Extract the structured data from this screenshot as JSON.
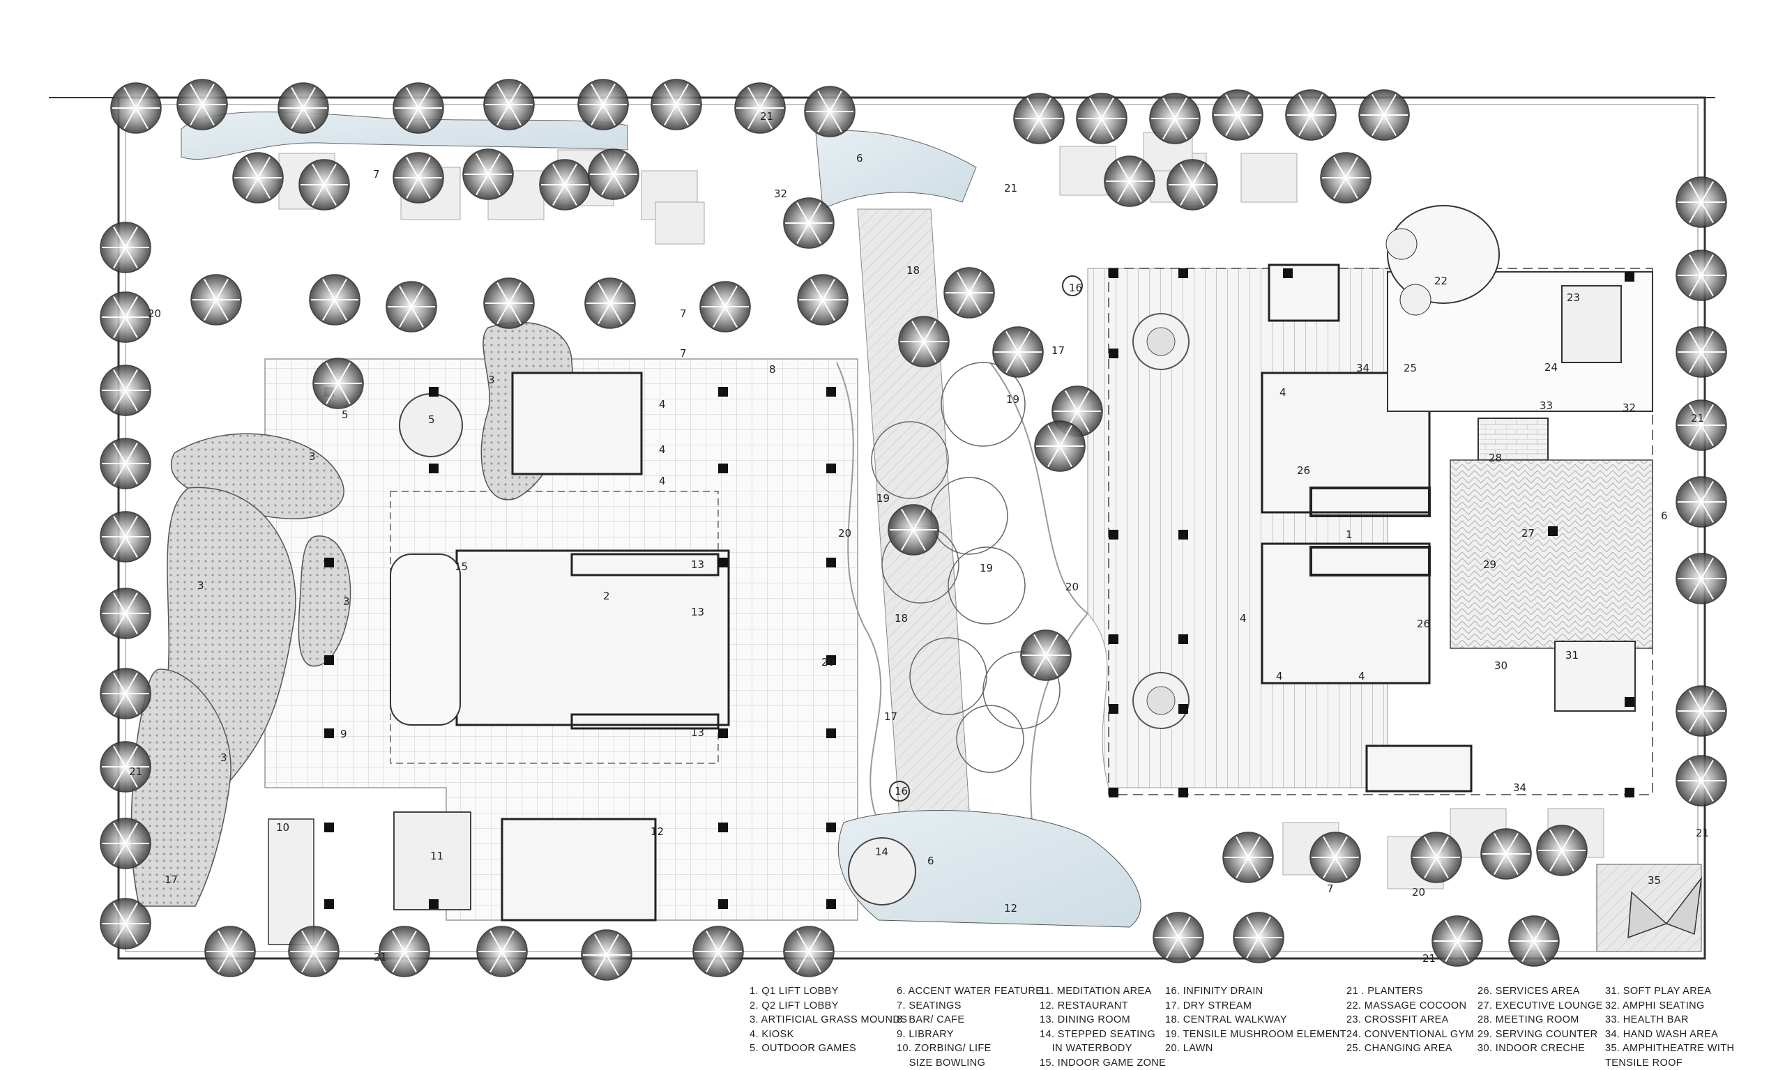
{
  "labels": {
    "n1": "1",
    "n2": "2",
    "n3": "3",
    "n4": "4",
    "n5": "5",
    "n6": "6",
    "n7": "7",
    "n8": "8",
    "n9": "9",
    "n10": "10",
    "n11": "11",
    "n12": "12",
    "n13": "13",
    "n14": "14",
    "n15": "15",
    "n16": "16",
    "n17": "17",
    "n18": "18",
    "n19": "19",
    "n20": "20",
    "n21": "21",
    "n22": "22",
    "n23": "23",
    "n24": "24",
    "n25": "25",
    "n26": "26",
    "n27": "27",
    "n28": "28",
    "n29": "29",
    "n30": "30",
    "n31": "31",
    "n32": "32",
    "n33": "33",
    "n34": "34",
    "n35": "35"
  },
  "legend": [
    [
      "1. Q1 LIFT LOBBY",
      "2. Q2 LIFT LOBBY",
      "3. ARTIFICIAL GRASS MOUNDS",
      "4. KIOSK",
      "5. OUTDOOR GAMES"
    ],
    [
      "6. ACCENT WATER FEATURE",
      "7. SEATINGS",
      "8. BAR/ CAFE",
      "9. LIBRARY",
      "10. ZORBING/ LIFE",
      "    SIZE BOWLING"
    ],
    [
      "11. MEDITATION AREA",
      "12. RESTAURANT",
      "13. DINING ROOM",
      "14. STEPPED SEATING",
      "    IN WATERBODY",
      "15. INDOOR GAME ZONE"
    ],
    [
      "16. INFINITY DRAIN",
      "17. DRY STREAM",
      "18. CENTRAL WALKWAY",
      "19. TENSILE MUSHROOM ELEMENT",
      "20. LAWN"
    ],
    [
      "21 . PLANTERS",
      "22. MASSAGE COCOON",
      "23. CROSSFIT AREA",
      "24. CONVENTIONAL GYM",
      "25. CHANGING AREA"
    ],
    [
      "26. SERVICES AREA",
      "27. EXECUTIVE LOUNGE",
      "28. MEETING ROOM",
      "29. SERVING COUNTER",
      "30. INDOOR CRECHE"
    ],
    [
      "31. SOFT PLAY AREA",
      "32. AMPHI SEATING",
      "33. HEALTH BAR",
      "34. HAND WASH AREA",
      "35. AMPHITHEATRE WITH",
      "TENSILE ROOF"
    ]
  ]
}
